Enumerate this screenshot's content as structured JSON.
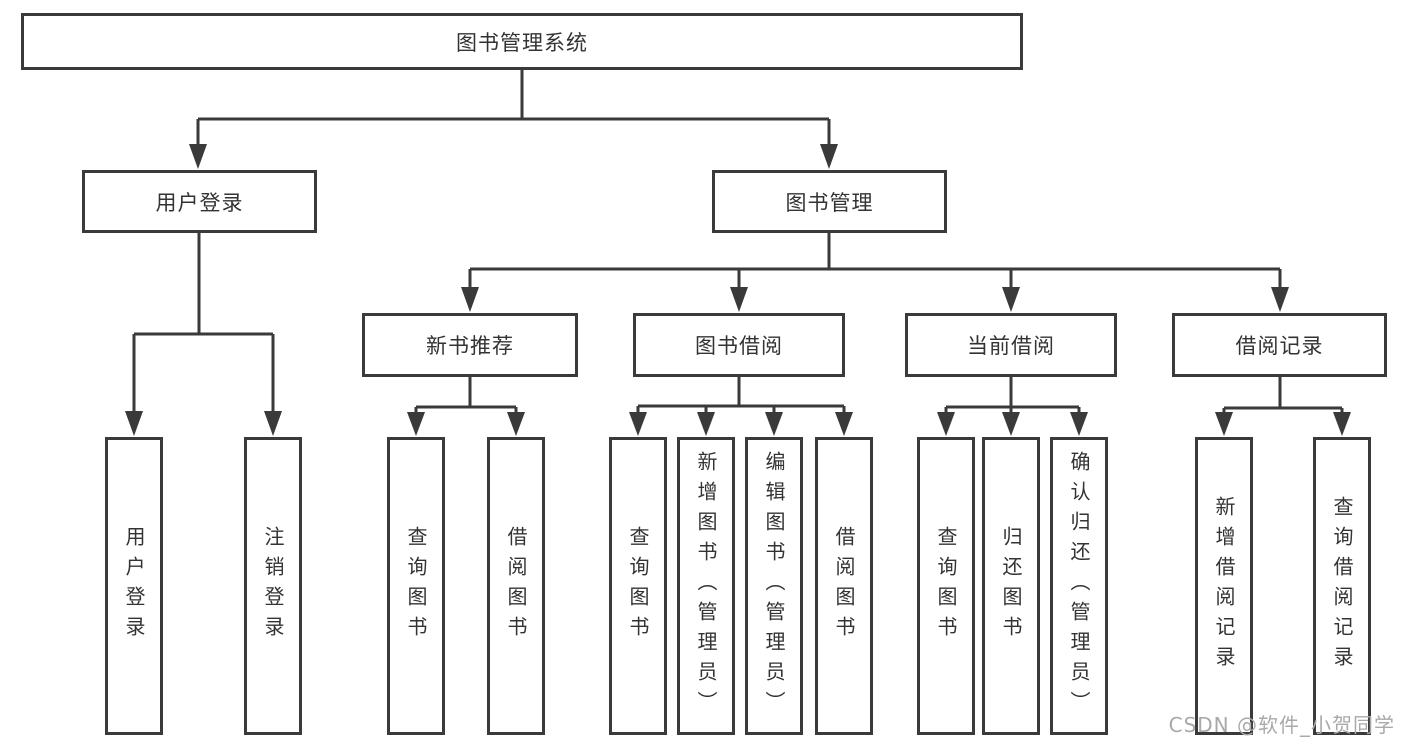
{
  "colors": {
    "line": "#3a3a3a",
    "text": "#333333",
    "background": "#ffffff",
    "watermark": "#a9a9a9"
  },
  "watermark": {
    "text": "CSDN @软件_小贺同学"
  },
  "tree": {
    "root": {
      "label": "图书管理系统"
    },
    "branches": [
      {
        "label": "用户登录",
        "children": [
          {
            "label": "用户登录"
          },
          {
            "label": "注销登录"
          }
        ]
      },
      {
        "label": "图书管理",
        "children": [
          {
            "label": "新书推荐",
            "children": [
              {
                "label": "查询图书"
              },
              {
                "label": "借阅图书"
              }
            ]
          },
          {
            "label": "图书借阅",
            "children": [
              {
                "label": "查询图书"
              },
              {
                "label": "新增图书（管理员）"
              },
              {
                "label": "编辑图书（管理员）"
              },
              {
                "label": "借阅图书"
              }
            ]
          },
          {
            "label": "当前借阅",
            "children": [
              {
                "label": "查询图书"
              },
              {
                "label": "归还图书"
              },
              {
                "label": "确认归还（管理员）"
              }
            ]
          },
          {
            "label": "借阅记录",
            "children": [
              {
                "label": "新增借阅记录"
              },
              {
                "label": "查询借阅记录"
              }
            ]
          }
        ]
      }
    ]
  }
}
